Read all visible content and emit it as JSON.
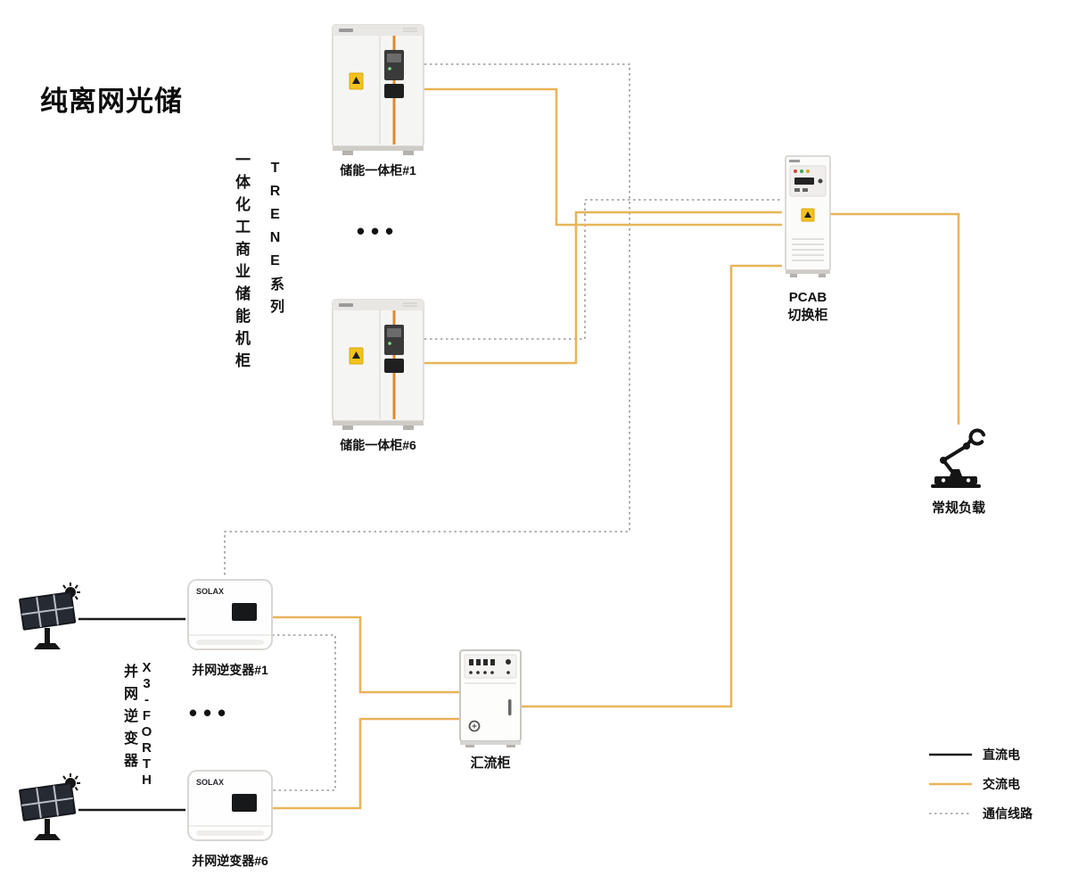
{
  "title": "纯离网光储",
  "groups": {
    "storage_series": "TRENE系列",
    "storage_name": "一体化工商业储能机柜",
    "inverter_model": "X3-FORTH",
    "inverter_name": "并网逆变器"
  },
  "nodes": {
    "cabinet1": {
      "label": "储能一体柜#1"
    },
    "cabinet6": {
      "label": "储能一体柜#6"
    },
    "pcab": {
      "label": "PCAB\n切换柜"
    },
    "load": {
      "label": "常规负载"
    },
    "inverter1": {
      "label": "并网逆变器#1"
    },
    "inverter6": {
      "label": "并网逆变器#6"
    },
    "combiner": {
      "label": "汇流柜"
    },
    "inverter_brand": "SOLAX"
  },
  "ellipsis": "•••",
  "legend": [
    {
      "label": "直流电"
    },
    {
      "label": "交流电"
    },
    {
      "label": "通信线路"
    }
  ],
  "colors": {
    "dc": "#1a1a1a",
    "ac": "#e8b45a",
    "comm": "#9a9a9a"
  }
}
